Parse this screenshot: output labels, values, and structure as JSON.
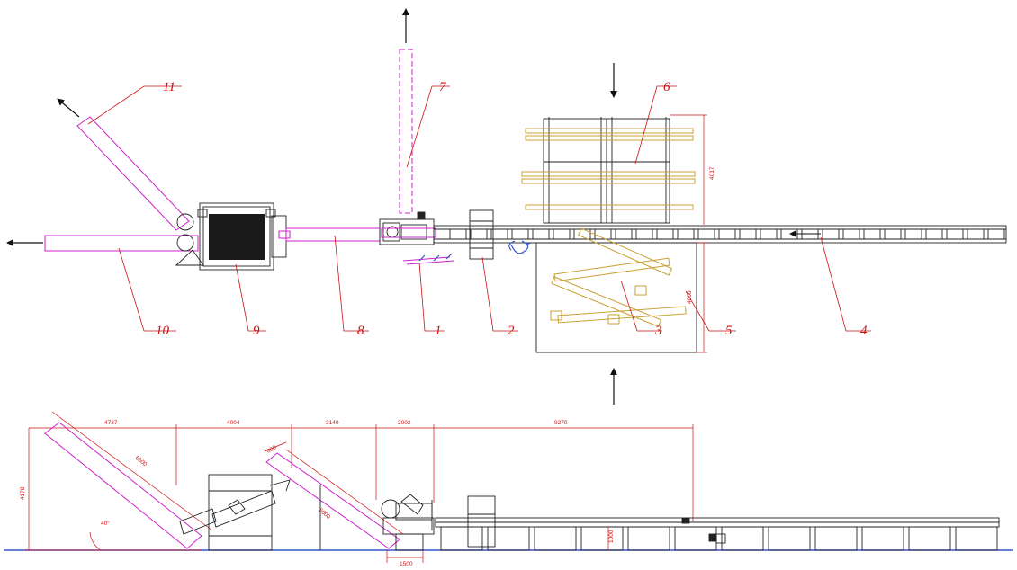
{
  "callouts": [
    {
      "label": "1"
    },
    {
      "label": "2"
    },
    {
      "label": "3"
    },
    {
      "label": "4"
    },
    {
      "label": "5"
    },
    {
      "label": "6"
    },
    {
      "label": "7"
    },
    {
      "label": "8"
    },
    {
      "label": "9"
    },
    {
      "label": "10"
    },
    {
      "label": "11"
    }
  ],
  "dimensions": {
    "top_view": {
      "feeder_width": "4017",
      "pit_width": "4000"
    },
    "side_view": {
      "seg_1": "4737",
      "seg_2": "4004",
      "seg_3": "3140",
      "seg_4": "2002",
      "seg_5": "9270",
      "height_left": "4178",
      "conveyor_11_length": "6500",
      "conveyor_8_length": "6000",
      "angle": "40°",
      "conveyor_8_width": "800",
      "chipper_base_width": "1500",
      "feeder_height": "1000"
    }
  },
  "colors": {
    "callout": "#cc1111",
    "conveyor_magenta": "#cc22cc",
    "logs_gold": "#c8a032",
    "hydraulics_blue": "#3355cc",
    "line_black": "#222222",
    "ground_blue": "#3355cc"
  }
}
